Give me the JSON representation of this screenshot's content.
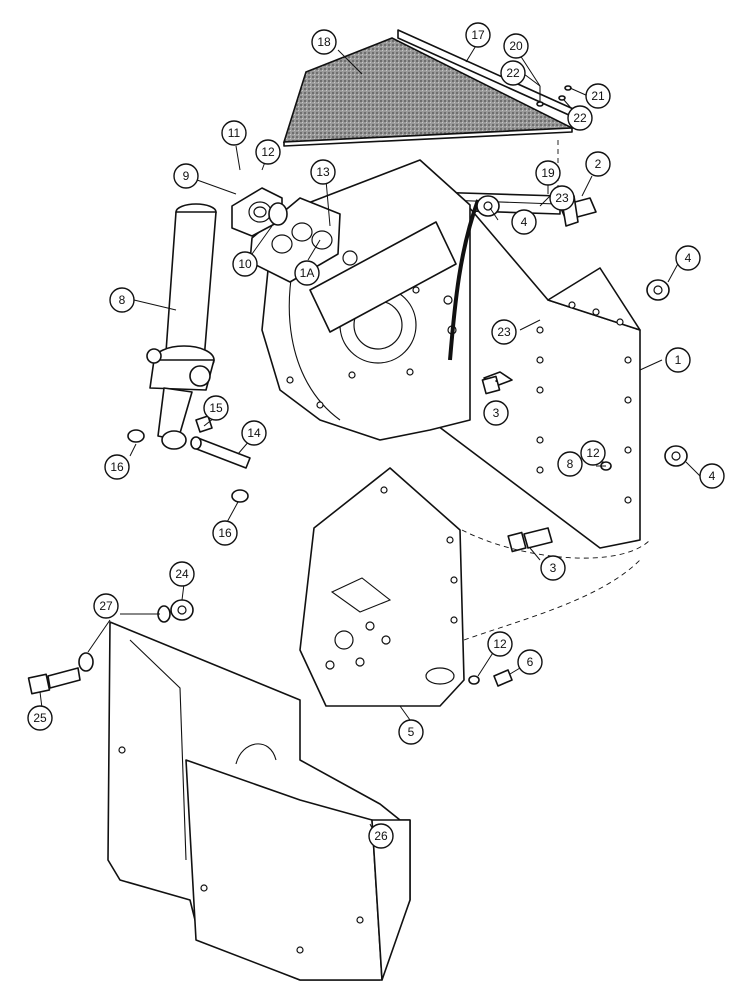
{
  "colors": {
    "ink": "#111111",
    "paper": "#ffffff",
    "mesh": "#8a8a8a"
  },
  "callouts": [
    {
      "id": "c1",
      "label": "1"
    },
    {
      "id": "c1a",
      "label": "1A"
    },
    {
      "id": "c2",
      "label": "2"
    },
    {
      "id": "c3a",
      "label": "3"
    },
    {
      "id": "c3b",
      "label": "3"
    },
    {
      "id": "c4a",
      "label": "4"
    },
    {
      "id": "c4b",
      "label": "4"
    },
    {
      "id": "c4c",
      "label": "4"
    },
    {
      "id": "c5",
      "label": "5"
    },
    {
      "id": "c6",
      "label": "6"
    },
    {
      "id": "c8a",
      "label": "8"
    },
    {
      "id": "c8b",
      "label": "8"
    },
    {
      "id": "c9",
      "label": "9"
    },
    {
      "id": "c10",
      "label": "10"
    },
    {
      "id": "c11",
      "label": "11"
    },
    {
      "id": "c12a",
      "label": "12"
    },
    {
      "id": "c12b",
      "label": "12"
    },
    {
      "id": "c12c",
      "label": "12"
    },
    {
      "id": "c13",
      "label": "13"
    },
    {
      "id": "c14",
      "label": "14"
    },
    {
      "id": "c15",
      "label": "15"
    },
    {
      "id": "c16a",
      "label": "16"
    },
    {
      "id": "c16b",
      "label": "16"
    },
    {
      "id": "c17",
      "label": "17"
    },
    {
      "id": "c18",
      "label": "18"
    },
    {
      "id": "c19",
      "label": "19"
    },
    {
      "id": "c20",
      "label": "20"
    },
    {
      "id": "c21",
      "label": "21"
    },
    {
      "id": "c22a",
      "label": "22"
    },
    {
      "id": "c22b",
      "label": "22"
    },
    {
      "id": "c23a",
      "label": "23"
    },
    {
      "id": "c23b",
      "label": "23"
    },
    {
      "id": "c24",
      "label": "24"
    },
    {
      "id": "c25",
      "label": "25"
    },
    {
      "id": "c26",
      "label": "26"
    },
    {
      "id": "c27",
      "label": "27"
    }
  ]
}
